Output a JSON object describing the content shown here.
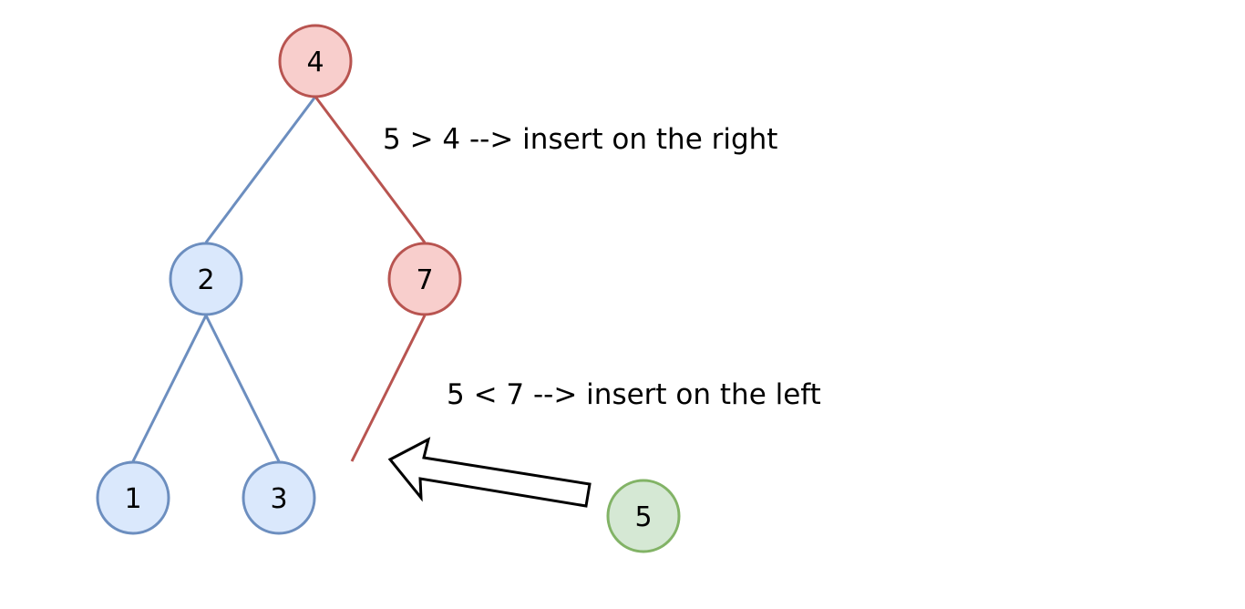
{
  "nodes": [
    {
      "id": "4",
      "label": "4",
      "role": "path"
    },
    {
      "id": "2",
      "label": "2",
      "role": "tree"
    },
    {
      "id": "7",
      "label": "7",
      "role": "path"
    },
    {
      "id": "1",
      "label": "1",
      "role": "tree"
    },
    {
      "id": "3",
      "label": "3",
      "role": "tree"
    },
    {
      "id": "5",
      "label": "5",
      "role": "inserted"
    }
  ],
  "edges": [
    {
      "from": "4",
      "to": "2",
      "role": "tree"
    },
    {
      "from": "4",
      "to": "7",
      "role": "path"
    },
    {
      "from": "2",
      "to": "1",
      "role": "tree"
    },
    {
      "from": "2",
      "to": "3",
      "role": "tree"
    },
    {
      "from": "7",
      "to": "empty-left",
      "role": "path"
    }
  ],
  "annotations": {
    "step1": "5 > 4 --> insert on the right",
    "step2": "5 < 7 --> insert on the left"
  },
  "colors": {
    "tree_fill": "#dae8fc",
    "tree_stroke": "#6c8ebf",
    "path_fill": "#f8cecc",
    "path_stroke": "#b85450",
    "inserted_fill": "#d5e8d4",
    "inserted_stroke": "#82b366",
    "arrow_stroke": "#000000"
  }
}
